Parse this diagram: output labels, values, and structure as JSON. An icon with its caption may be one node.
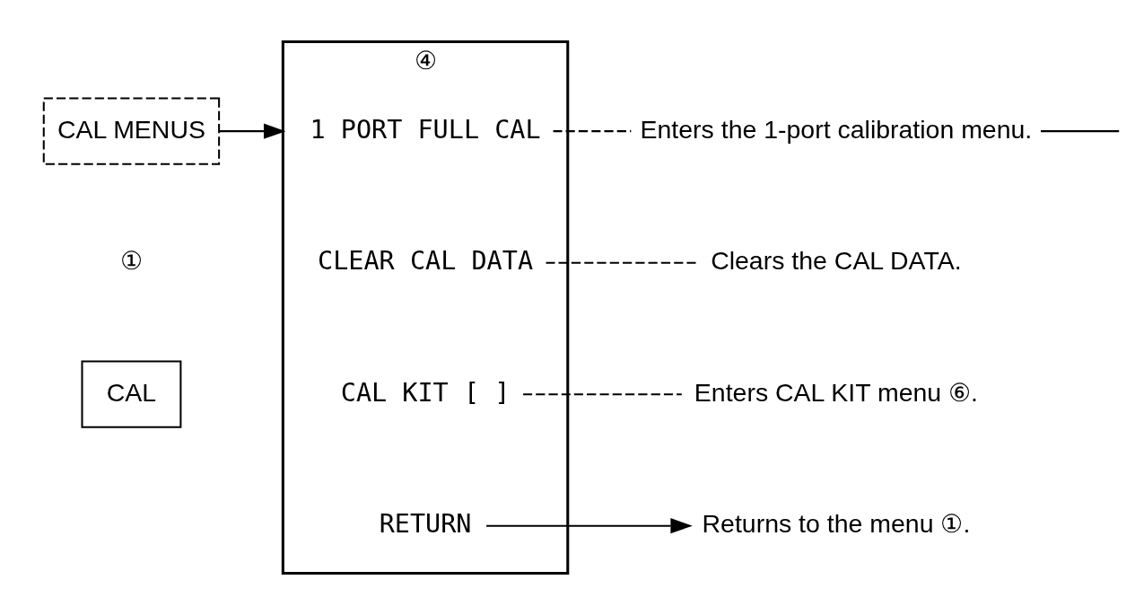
{
  "diagram": {
    "nodes": [
      {
        "text": [
          "CAL"
        ]
      },
      {
        "text": [
          "CAL MENUS"
        ],
        "beside": [
          "①"
        ]
      },
      {
        "text": [],
        "shape": "box",
        "beside": [
          "④"
        ]
      },
      {
        "text": [
          "1 PORT FULL CAL"
        ],
        "in": 2
      },
      {
        "text": [
          "CLEAR CAL DATA"
        ],
        "in": 2
      },
      {
        "text": [
          "CAL KIT [ ]"
        ],
        "in": 2
      },
      {
        "text": [
          "RETURN"
        ],
        "in": 2
      },
      {
        "text": [
          "Enters the 1-port calibration menu."
        ]
      },
      {
        "text": [
          "Clears the CAL DATA."
        ]
      },
      {
        "text": [
          "Enters CAL KIT menu ⑥."
        ]
      },
      {
        "text": [
          "Returns to the menu ①."
        ]
      }
    ],
    "edges": [
      {
        "from": 1,
        "to": 2,
        "arrow": "to"
      },
      {
        "from": 3,
        "to": 7,
        "arrow": "none",
        "style": "dashed"
      },
      {
        "from": 4,
        "to": 8,
        "arrow": "none",
        "style": "dashed"
      },
      {
        "from": 5,
        "to": 9,
        "arrow": "none",
        "style": "dashed"
      },
      {
        "from": 6,
        "to": 10,
        "arrow": "to"
      },
      {
        "from": 7,
        "to": null,
        "arrow": "none"
      }
    ]
  }
}
